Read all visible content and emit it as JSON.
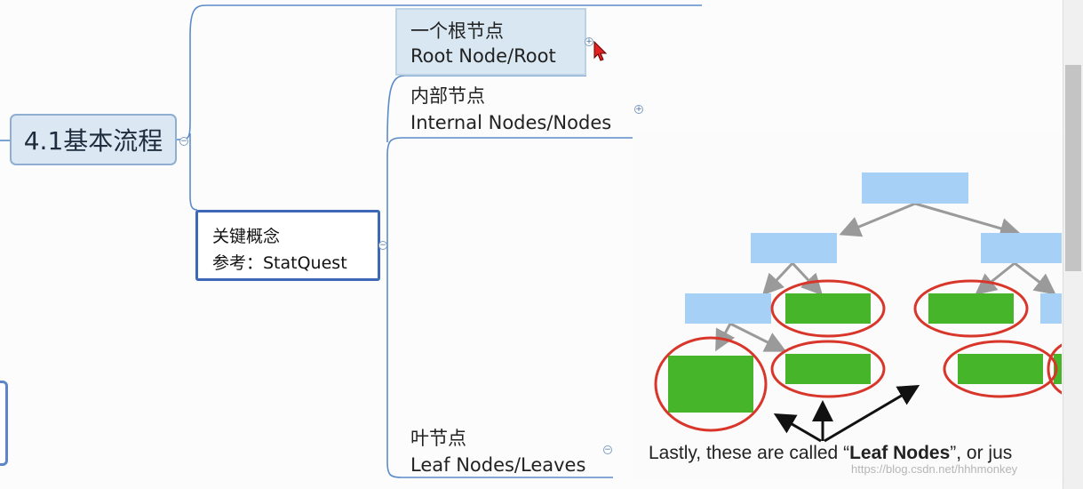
{
  "mindmap": {
    "main_topic": "4.1基本流程",
    "key_topic": {
      "line1": "关键概念",
      "line2": "参考：StatQuest"
    },
    "children": [
      {
        "line1": "一个根节点",
        "line2": "Root Node/Root"
      },
      {
        "line1": "内部节点",
        "line2": "Internal Nodes/Nodes"
      },
      {
        "line1": "叶节点",
        "line2": "Leaf Nodes/Leaves"
      }
    ],
    "collapse_glyph_minus": "−",
    "collapse_glyph_plus": "+"
  },
  "video": {
    "caption_before": "Lastly, these are called “",
    "caption_bold": "Leaf Nodes",
    "caption_after": "”, or jus"
  },
  "watermark": "https://blog.csdn.net/hhhmonkey",
  "colors": {
    "connector": "#5b8bc9",
    "node_blue": "#a6d0f5",
    "leaf_green": "#46b52a",
    "leaf_ring": "#d8362a",
    "arrow_gray": "#9a9a9a",
    "cursor_red": "#e22222"
  }
}
